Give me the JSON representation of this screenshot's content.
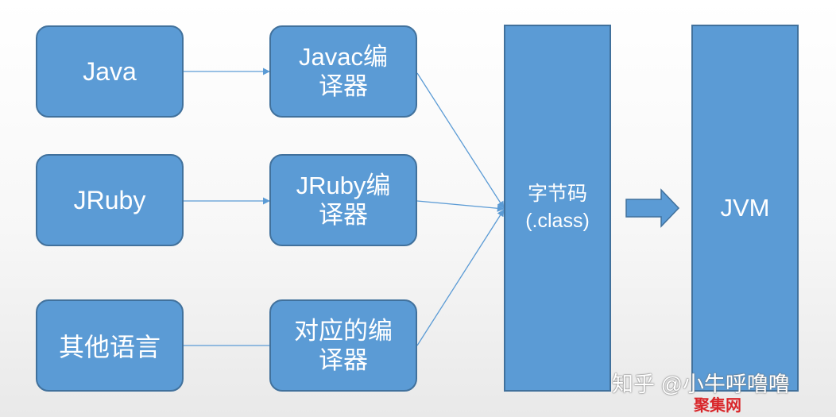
{
  "sources": {
    "java": "Java",
    "jruby": "JRuby",
    "other": "其他语言"
  },
  "compilers": {
    "javac": {
      "line1": "Javac编",
      "line2": "译器"
    },
    "jruby": {
      "line1": "JRuby编",
      "line2": "译器"
    },
    "other": {
      "line1": "对应的编",
      "line2": "译器"
    }
  },
  "bytecode": {
    "line1": "字节码",
    "line2": "(.class)"
  },
  "jvm": "JVM",
  "watermark": {
    "text": "知乎 @小牛呼噜噜",
    "badge": "聚集网"
  },
  "colors": {
    "box_fill": "#5b9bd5",
    "box_border": "#41719c",
    "text": "#ffffff",
    "badge": "#d9262a"
  }
}
